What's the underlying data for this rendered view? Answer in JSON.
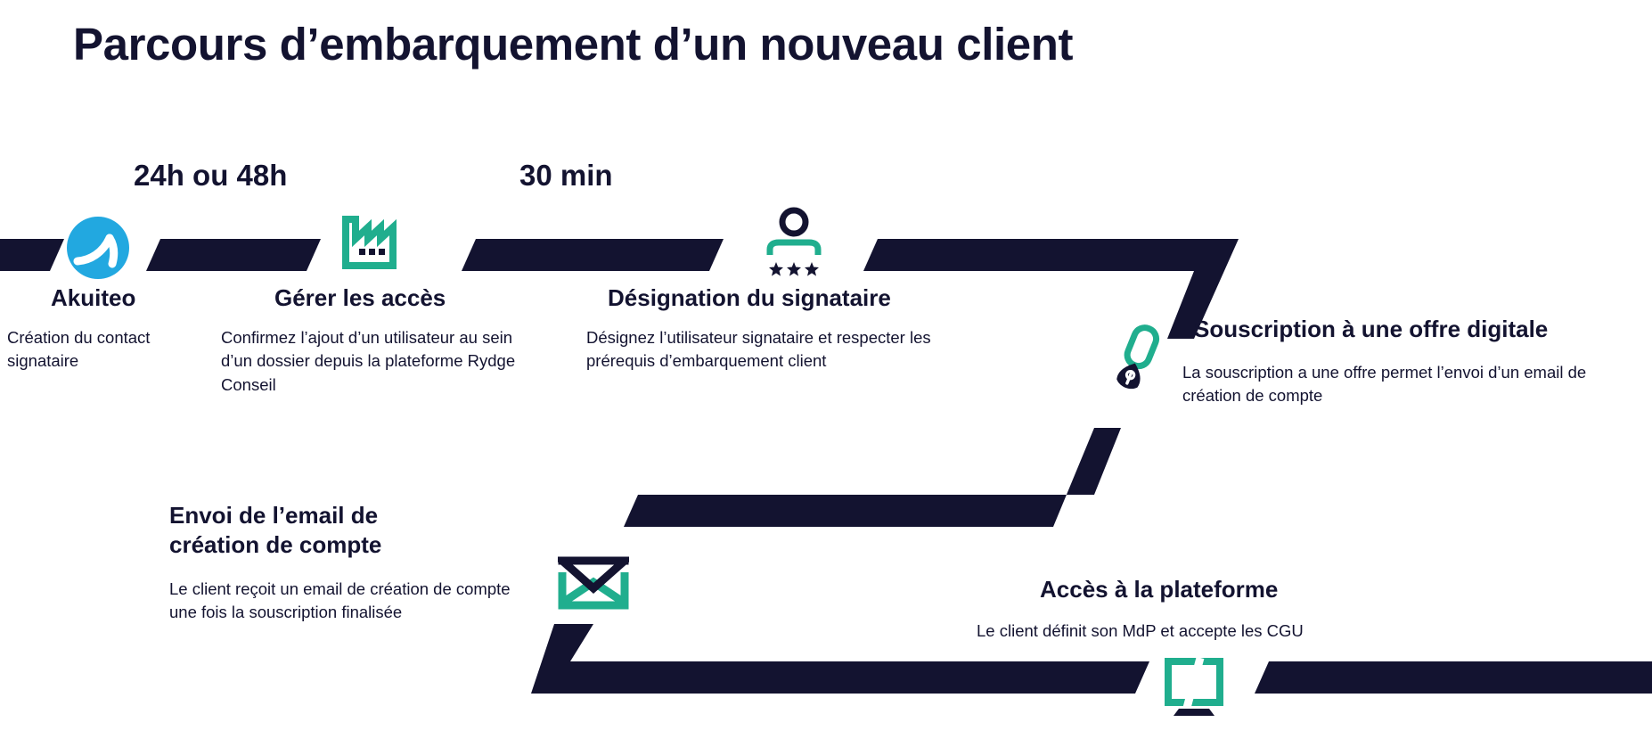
{
  "page": {
    "title": "Parcours d’embarquement d’un nouveau client",
    "background": "#ffffff"
  },
  "colors": {
    "navy": "#131330",
    "teal": "#20AE8E",
    "akuiteo_blue": "#22A8E0",
    "text": "#131330"
  },
  "durations": [
    {
      "id": "duration-0",
      "label": "24h ou 48h"
    },
    {
      "id": "duration-1",
      "label": "30 min"
    }
  ],
  "steps": [
    {
      "id": "step-0",
      "title": "Akuiteo",
      "description": "Création du contact signataire",
      "icon": "akuiteo-logo-icon"
    },
    {
      "id": "step-1",
      "title": "Gérer les accès",
      "description": "Confirmez l’ajout d’un utilisateur au sein d’un dossier depuis la plateforme Rydge Conseil",
      "icon": "factory-icon"
    },
    {
      "id": "step-2",
      "title": "Désignation du signataire",
      "description": "Désignez l’utilisateur signataire et respecter les prérequis d’embarquement client",
      "icon": "signatory-person-icon"
    },
    {
      "id": "step-3",
      "title": "Souscription à une offre digitale",
      "description": "La souscription a une offre permet l’envoi d’un email de création de compte",
      "icon": "pen-icon"
    },
    {
      "id": "step-4",
      "title": "Envoi de l’email de création de compte",
      "description": "Le client reçoit un email de création de compte une fois la souscription finalisée",
      "icon": "envelope-icon"
    },
    {
      "id": "step-5",
      "title": "Accès à la plateforme",
      "description": "Le client définit son MdP et accepte les CGU",
      "icon": "screen-icon"
    }
  ]
}
